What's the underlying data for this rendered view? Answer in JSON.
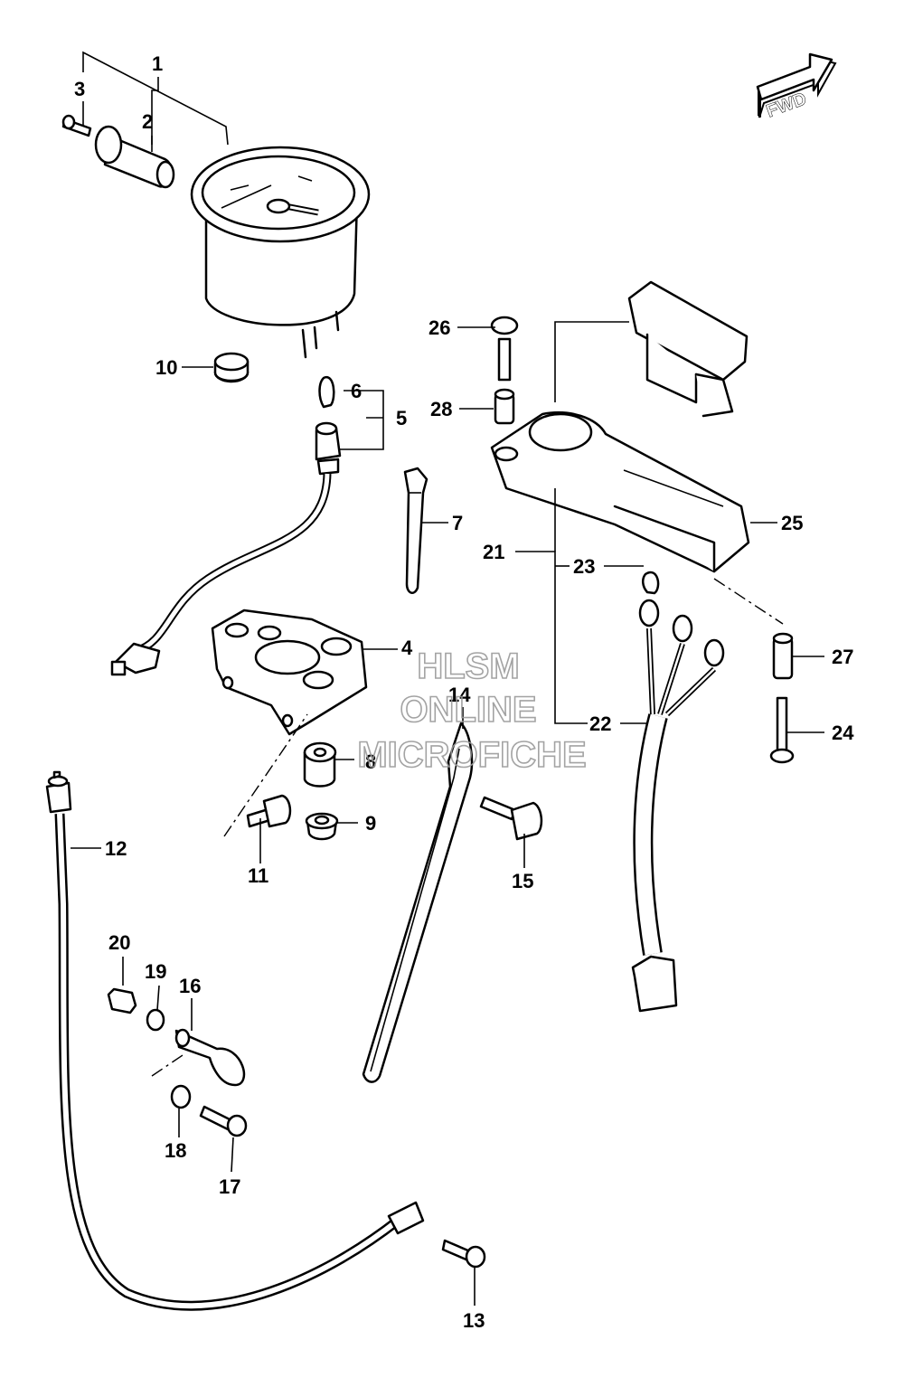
{
  "fwd_label": "FWD",
  "watermark": {
    "line1": "HLSM",
    "line2": "ONLINE",
    "line3": "MICROFICHE"
  },
  "callouts": [
    "1",
    "2",
    "3",
    "4",
    "5",
    "6",
    "7",
    "8",
    "9",
    "10",
    "11",
    "12",
    "13",
    "14",
    "15",
    "16",
    "17",
    "18",
    "19",
    "20",
    "21",
    "22",
    "23",
    "24",
    "25",
    "26",
    "27",
    "28"
  ]
}
